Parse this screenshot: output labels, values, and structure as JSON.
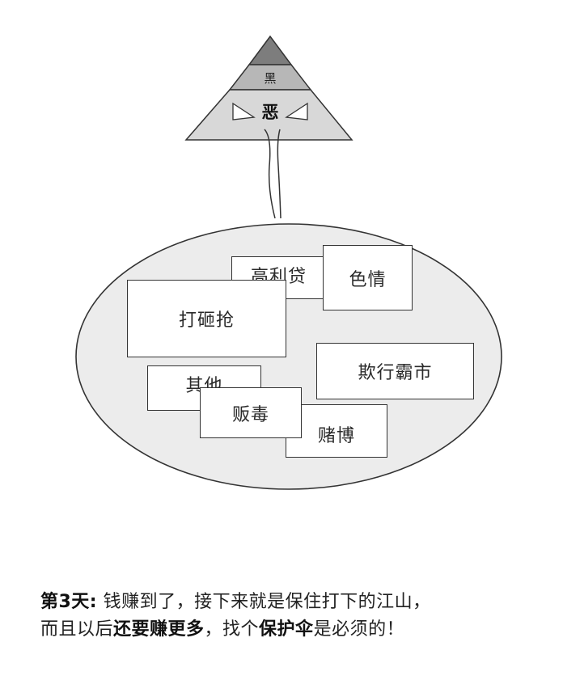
{
  "pyramid": {
    "label_top": "黑",
    "label_bottom": "恶",
    "fill_top": "#7d7d7d",
    "fill_mid": "#b7b7b7",
    "fill_bottom": "#d8d8d8"
  },
  "ellipse": {
    "fill": "#ececec"
  },
  "boxes": {
    "gaolidai": "高利贷",
    "seqing": "色情",
    "dazaqiang": "打砸抢",
    "qixinghangshi": "欺行霸市",
    "qita": "其他",
    "fandu": "贩毒",
    "dubo": "赌博"
  },
  "caption": {
    "line1_bold": "第3天:",
    "line1_rest": " 钱赚到了，接下来就是保住打下的江山，",
    "line2_a": "而且以后",
    "line2_bold1": "还要赚更多",
    "line2_b": "，找个",
    "line2_bold2": "保护伞",
    "line2_c": "是必须的！"
  }
}
